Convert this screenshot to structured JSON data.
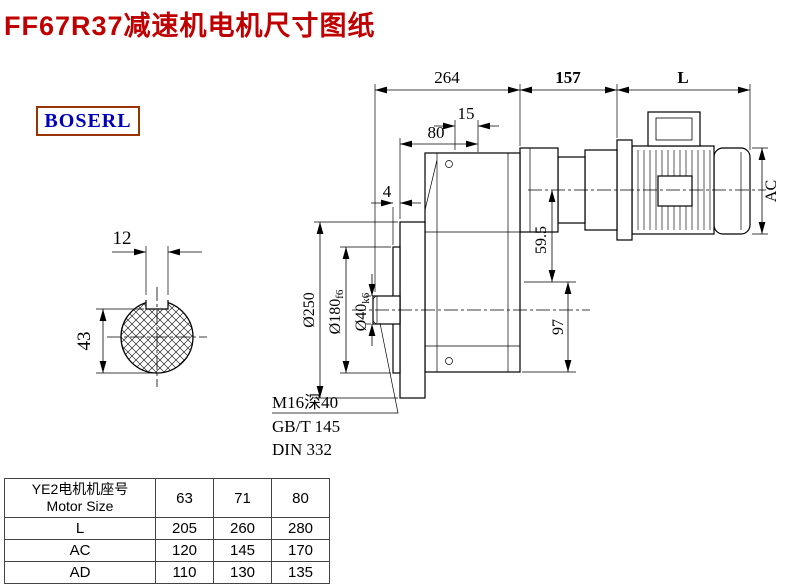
{
  "page": {
    "title": "FF67R37减速机电机尺寸图纸",
    "logo": "BOSERL"
  },
  "colors": {
    "title_red": "#c00000",
    "logo_text_blue": "#0000bb",
    "logo_border": "#993300",
    "line_black": "#000000"
  },
  "drawing": {
    "dims": {
      "overall_264": "264",
      "adapter_157": "157",
      "motor_L": "L",
      "top_15": "15",
      "top_80": "80",
      "face_4": "4",
      "flange_dia": "Ø250",
      "spigot_dia": "Ø180",
      "spigot_tol": "f6",
      "shaft_dia": "Ø40",
      "shaft_tol": "k6",
      "axis_59_5": "59.5",
      "height_97": "97",
      "motor_AC": "AC",
      "key_width_12": "12",
      "key_height_43": "43"
    },
    "notes": {
      "tap": "M16深40",
      "std_gb": "GB/T 145",
      "std_din": "DIN 332"
    }
  },
  "table": {
    "header_line1": "YE2电机机座号",
    "header_line2": "Motor Size",
    "sizes": [
      "63",
      "71",
      "80"
    ],
    "rows": [
      {
        "label": "L",
        "values": [
          "205",
          "260",
          "280"
        ]
      },
      {
        "label": "AC",
        "values": [
          "120",
          "145",
          "170"
        ]
      },
      {
        "label": "AD",
        "values": [
          "110",
          "130",
          "135"
        ]
      }
    ]
  }
}
